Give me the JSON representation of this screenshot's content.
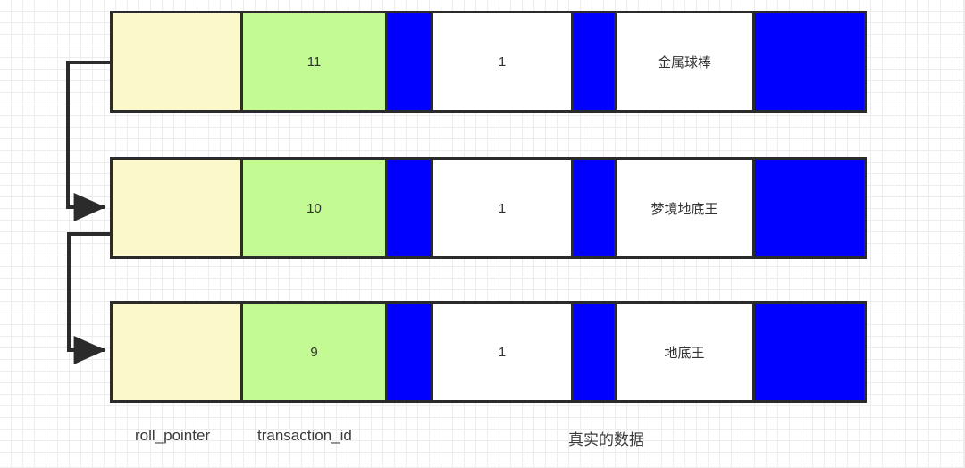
{
  "diagram": {
    "title": "MVCC undo log version chain",
    "colors": {
      "roll_pointer_fill": "#fbf8cc",
      "transaction_id_fill": "#c3fa94",
      "hidden_column_fill": "#0000ff",
      "data_fill": "#ffffff",
      "border": "#2b2b2b",
      "grid": "#e2e2e2",
      "text": "#333333"
    },
    "rows": [
      {
        "name": "version-row-newest",
        "cells": [
          {
            "kind": "roll_pointer",
            "label": ""
          },
          {
            "kind": "transaction_id",
            "label": "11"
          },
          {
            "kind": "hidden",
            "label": ""
          },
          {
            "kind": "data",
            "label": "1"
          },
          {
            "kind": "hidden",
            "label": ""
          },
          {
            "kind": "data",
            "label": "金属球棒"
          },
          {
            "kind": "hidden",
            "label": ""
          }
        ]
      },
      {
        "name": "version-row-middle",
        "cells": [
          {
            "kind": "roll_pointer",
            "label": ""
          },
          {
            "kind": "transaction_id",
            "label": "10"
          },
          {
            "kind": "hidden",
            "label": ""
          },
          {
            "kind": "data",
            "label": "1"
          },
          {
            "kind": "hidden",
            "label": ""
          },
          {
            "kind": "data",
            "label": "梦境地底王"
          },
          {
            "kind": "hidden",
            "label": ""
          }
        ]
      },
      {
        "name": "version-row-oldest",
        "cells": [
          {
            "kind": "roll_pointer",
            "label": ""
          },
          {
            "kind": "transaction_id",
            "label": "9"
          },
          {
            "kind": "hidden",
            "label": ""
          },
          {
            "kind": "data",
            "label": "1"
          },
          {
            "kind": "hidden",
            "label": ""
          },
          {
            "kind": "data",
            "label": "地底王"
          },
          {
            "kind": "hidden",
            "label": ""
          }
        ]
      }
    ],
    "captions": [
      {
        "name": "caption-roll-pointer",
        "text": "roll_pointer"
      },
      {
        "name": "caption-transaction-id",
        "text": "transaction_id"
      },
      {
        "name": "caption-real-data",
        "text": "真实的数据"
      }
    ],
    "arrows": [
      {
        "name": "pointer-arrow-row1-to-row2",
        "from": "version-row-newest",
        "to": "version-row-middle"
      },
      {
        "name": "pointer-arrow-row2-to-row3",
        "from": "version-row-middle",
        "to": "version-row-oldest"
      }
    ]
  }
}
